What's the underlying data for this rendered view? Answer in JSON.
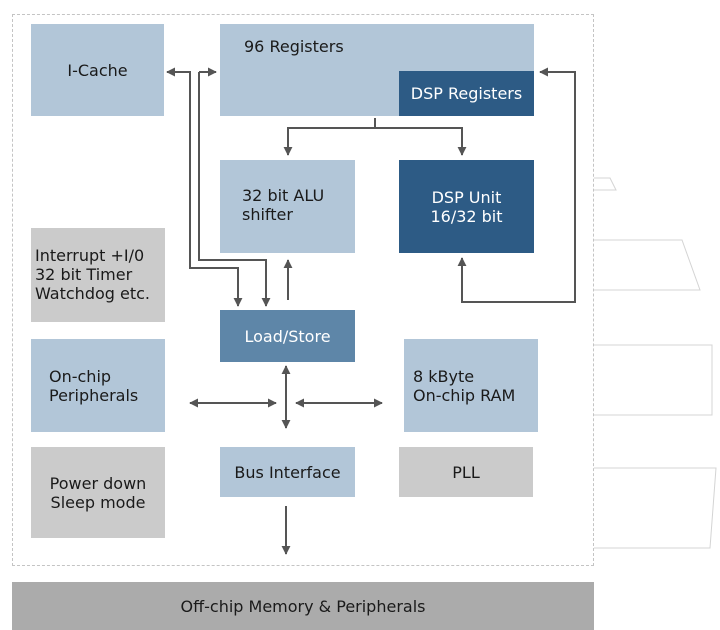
{
  "blocks": {
    "icache": "I-Cache",
    "registers": "96 Registers",
    "dsp_registers": "DSP Registers",
    "alu": "32 bit ALU\nshifter",
    "dsp_unit": "DSP Unit\n16/32 bit",
    "interrupt": "Interrupt +I/0\n32 bit Timer\nWatchdog etc.",
    "load_store": "Load/Store",
    "onchip_peripherals": "On-chip\nPeripherals",
    "ram": "8 kByte\nOn-chip RAM",
    "power_down": "Power down\nSleep mode",
    "bus_interface": "Bus Interface",
    "pll": "PLL",
    "offchip": "Off-chip Memory & Peripherals"
  },
  "colors": {
    "light_blue": "#b2c6d8",
    "mid_blue": "#5e86a8",
    "dark_blue": "#2d5b85",
    "gray": "#cbcbcb",
    "offchip_gray": "#ababab",
    "arrow": "#555555"
  }
}
